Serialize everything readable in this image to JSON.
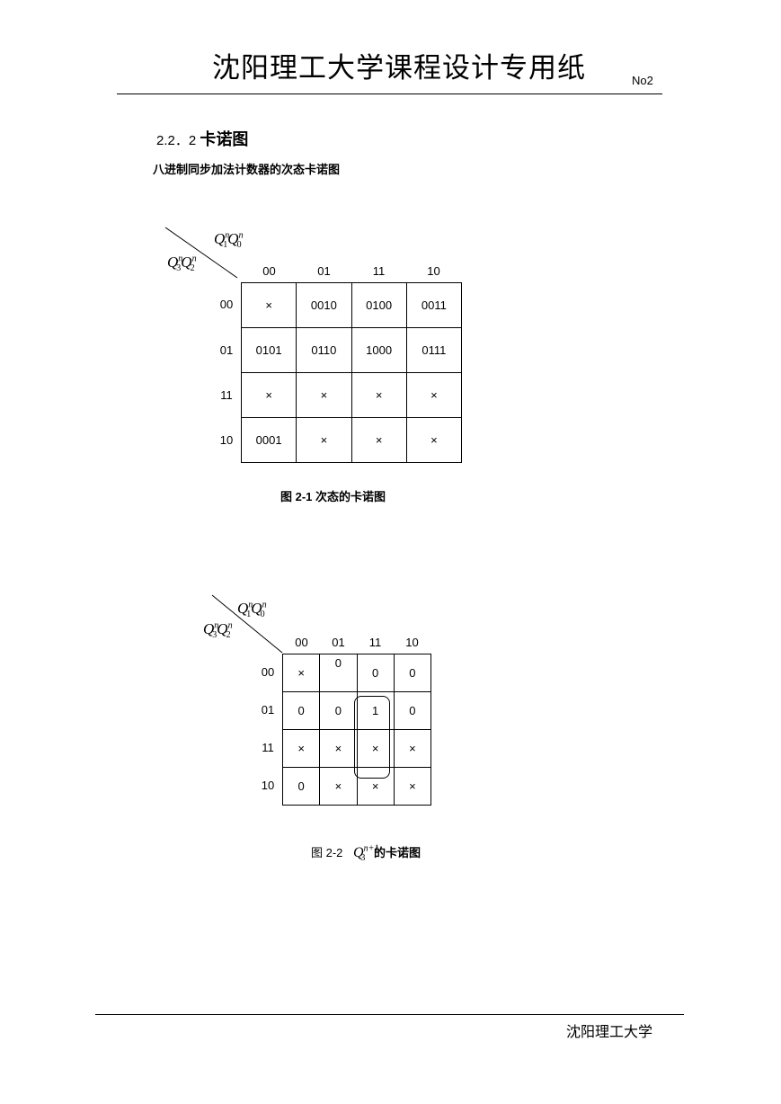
{
  "header": {
    "title": "沈阳理工大学课程设计专用纸",
    "page_no": "No2"
  },
  "section": {
    "number": "2.2．2",
    "title": "卡诺图"
  },
  "subtitle": "八进制同步加法计数器的次态卡诺图",
  "kmap1": {
    "col_headers": [
      "00",
      "01",
      "11",
      "10"
    ],
    "row_headers": [
      "00",
      "01",
      "11",
      "10"
    ],
    "cells": [
      [
        "×",
        "0010",
        "0100",
        "0011"
      ],
      [
        "0101",
        "0110",
        "1000",
        "0111"
      ],
      [
        "×",
        "×",
        "×",
        "×"
      ],
      [
        "0001",
        "×",
        "×",
        "×"
      ]
    ],
    "caption": "图 2-1 次态的卡诺图"
  },
  "kmap2": {
    "col_headers": [
      "00",
      "01",
      "11",
      "10"
    ],
    "row_headers": [
      "00",
      "01",
      "11",
      "10"
    ],
    "cells": [
      [
        "×",
        "0",
        "0",
        "0"
      ],
      [
        "0",
        "0",
        "1",
        "0"
      ],
      [
        "×",
        "×",
        "×",
        "×"
      ],
      [
        "0",
        "×",
        "×",
        "×"
      ]
    ],
    "caption_prefix": "图 2-2",
    "caption_suffix": "的卡诺图"
  },
  "footer": {
    "text": "沈阳理工大学"
  }
}
